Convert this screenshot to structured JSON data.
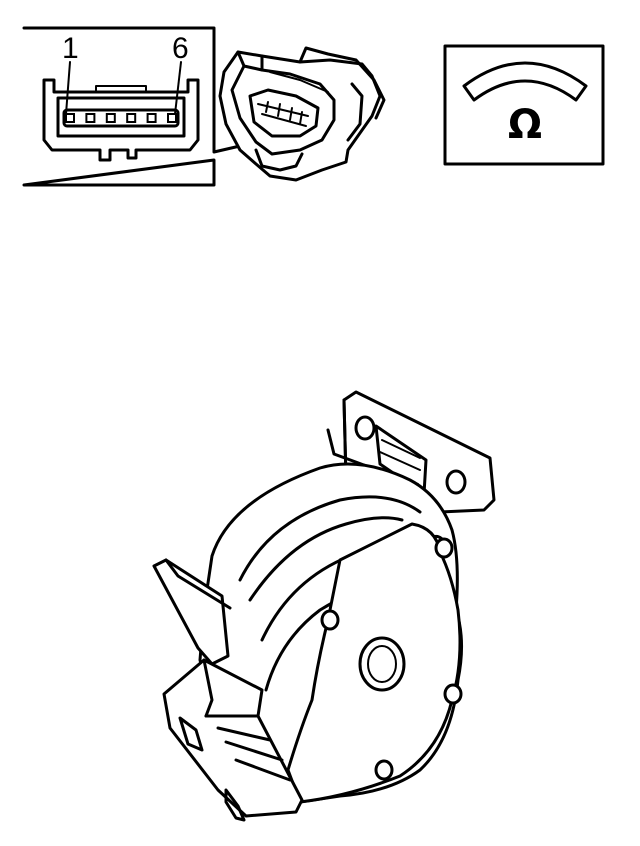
{
  "connector_inset": {
    "pin_first": "1",
    "pin_last": "6",
    "pin_count": 6
  },
  "meter_inset": {
    "symbol": "Ω",
    "icon": "ohmmeter-icon"
  },
  "component": {
    "icon": "motor-housing-illustration"
  }
}
